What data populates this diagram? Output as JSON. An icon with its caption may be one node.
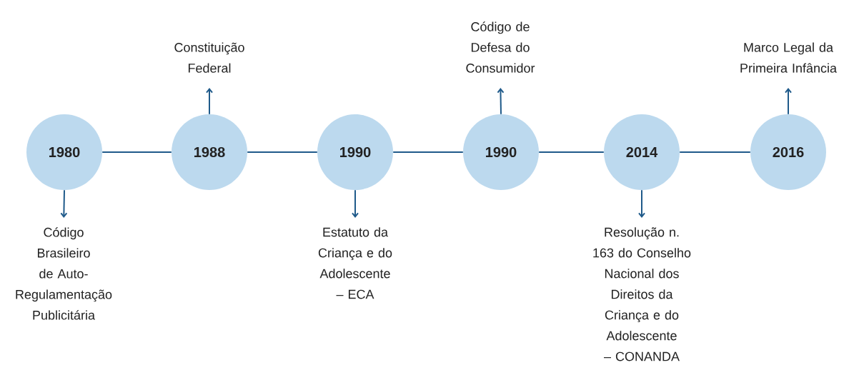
{
  "diagram": {
    "nodes": [
      {
        "text": [
          "1980"
        ]
      },
      {
        "text": [
          "1988"
        ]
      },
      {
        "text": [
          "1990"
        ]
      },
      {
        "text": [
          "1990"
        ]
      },
      {
        "text": [
          "2014"
        ]
      },
      {
        "text": [
          "2016"
        ]
      },
      {
        "text": [
          "Código Brasileiro de Auto-Regulamentação Publicitária"
        ]
      },
      {
        "text": [
          "Constituição Federal"
        ]
      },
      {
        "text": [
          "Estatuto da Criança e do Adolescente – ECA"
        ]
      },
      {
        "text": [
          "Código de Defesa do Consumidor"
        ]
      },
      {
        "text": [
          "Resolução n. 163 do Conselho Nacional dos Direitos da Criança e do Adolescente – CONANDA"
        ]
      },
      {
        "text": [
          "Marco Legal da Primeira Infância"
        ]
      }
    ],
    "edges": [
      {
        "from": 0,
        "to": 1,
        "arrow": "none"
      },
      {
        "from": 1,
        "to": 2,
        "arrow": "none"
      },
      {
        "from": 2,
        "to": 3,
        "arrow": "none"
      },
      {
        "from": 3,
        "to": 4,
        "arrow": "none"
      },
      {
        "from": 4,
        "to": 5,
        "arrow": "none"
      },
      {
        "from": 0,
        "to": 6,
        "arrow": "to"
      },
      {
        "from": 1,
        "to": 7,
        "arrow": "to"
      },
      {
        "from": 2,
        "to": 8,
        "arrow": "to"
      },
      {
        "from": 3,
        "to": 9,
        "arrow": "to"
      },
      {
        "from": 4,
        "to": 10,
        "arrow": "to"
      },
      {
        "from": 5,
        "to": 11,
        "arrow": "to"
      }
    ]
  }
}
